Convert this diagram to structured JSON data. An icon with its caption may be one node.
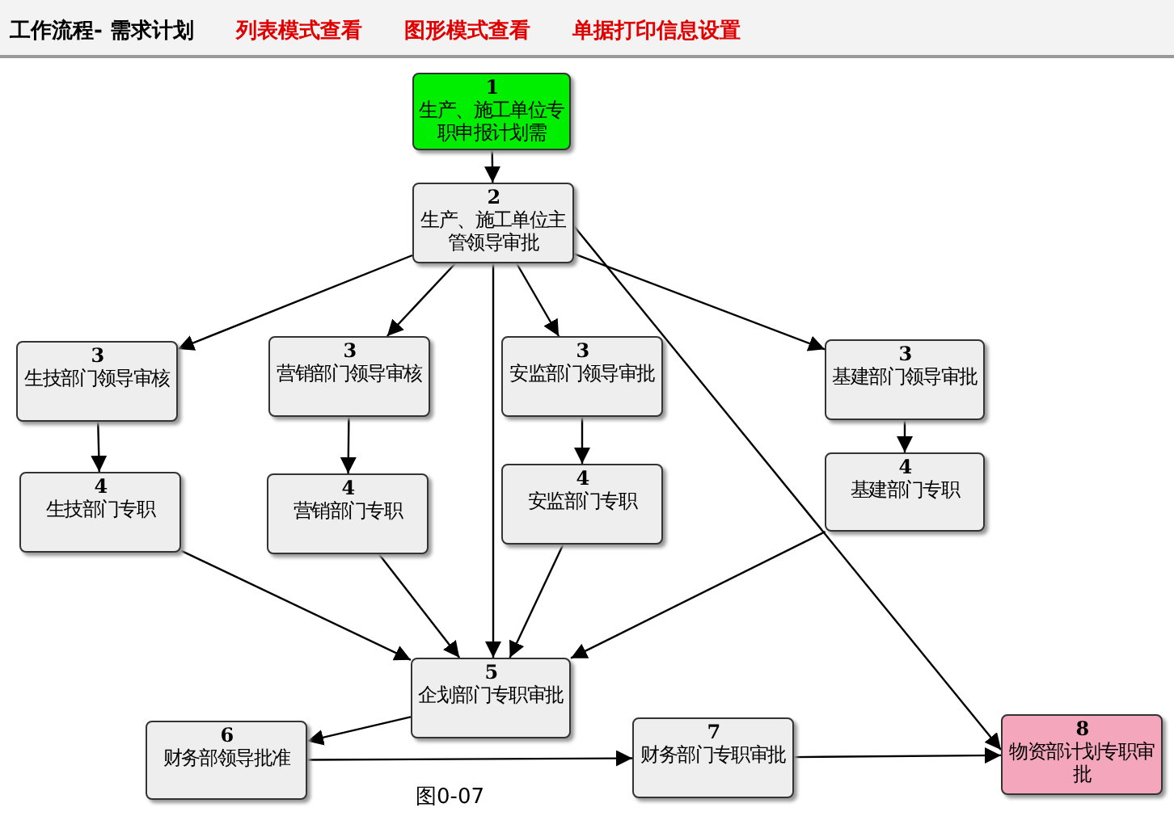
{
  "diagram": {
    "title": "工作流程- 需求计划",
    "caption": "图0-07",
    "nodes": [
      {
        "text": [
          "1",
          "生产、施工单位专职申报计划需"
        ]
      },
      {
        "text": [
          "2",
          "生产、施工单位主管领导审批"
        ]
      },
      {
        "text": [
          "3",
          "生技部门领导审核"
        ]
      },
      {
        "text": [
          "3",
          "营销部门领导审核"
        ]
      },
      {
        "text": [
          "3",
          "安监部门领导审批"
        ]
      },
      {
        "text": [
          "3",
          "基建部门领导审批"
        ]
      },
      {
        "text": [
          "4",
          "生技部门专职"
        ]
      },
      {
        "text": [
          "4",
          "营销部门专职"
        ]
      },
      {
        "text": [
          "4",
          "安监部门专职"
        ]
      },
      {
        "text": [
          "4",
          "基建部门专职"
        ]
      },
      {
        "text": [
          "5",
          "企划部门专职审批"
        ]
      },
      {
        "text": [
          "6",
          "财务部领导批准"
        ]
      },
      {
        "text": [
          "7",
          "财务部门专职审批"
        ]
      },
      {
        "text": [
          "8",
          "物资部计划专职审批"
        ]
      }
    ],
    "edges": [
      {
        "from": 0,
        "to": 1,
        "arrow": "to"
      },
      {
        "from": 1,
        "to": 2,
        "arrow": "to"
      },
      {
        "from": 1,
        "to": 3,
        "arrow": "to"
      },
      {
        "from": 1,
        "to": 4,
        "arrow": "to"
      },
      {
        "from": 1,
        "to": 5,
        "arrow": "to"
      },
      {
        "from": 1,
        "to": 10,
        "arrow": "to"
      },
      {
        "from": 1,
        "to": 13,
        "arrow": "to"
      },
      {
        "from": 2,
        "to": 6,
        "arrow": "to"
      },
      {
        "from": 3,
        "to": 7,
        "arrow": "to"
      },
      {
        "from": 4,
        "to": 8,
        "arrow": "to"
      },
      {
        "from": 5,
        "to": 9,
        "arrow": "to"
      },
      {
        "from": 6,
        "to": 10,
        "arrow": "to"
      },
      {
        "from": 7,
        "to": 10,
        "arrow": "to"
      },
      {
        "from": 8,
        "to": 10,
        "arrow": "to"
      },
      {
        "from": 9,
        "to": 10,
        "arrow": "to"
      },
      {
        "from": 10,
        "to": 11,
        "arrow": "to"
      },
      {
        "from": 11,
        "to": 12,
        "arrow": "to"
      },
      {
        "from": 12,
        "to": 13,
        "arrow": "to"
      }
    ],
    "labels": [
      "列表模式查看",
      "图形模式查看",
      "单据打印信息设置"
    ]
  }
}
